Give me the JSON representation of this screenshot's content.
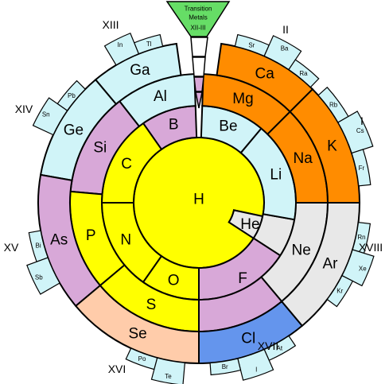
{
  "colors": {
    "hydrogen": "#ffff00",
    "nonmetal": "#ffff00",
    "metalloid": "#d8a8d8",
    "cyan": "#d0f4f8",
    "alkali": "#ff8c00",
    "noble": "#e8e8e8",
    "halogen_cl": "#6495ed",
    "se": "#ffccaa",
    "transition": "#66dd66",
    "outline": "#000000"
  },
  "center": {
    "symbol": "H"
  },
  "elements": [
    {
      "key": "He",
      "symbol": "He",
      "color": "noble"
    },
    {
      "key": "Li",
      "symbol": "Li",
      "color": "cyan"
    },
    {
      "key": "Be",
      "symbol": "Be",
      "color": "cyan"
    },
    {
      "key": "B",
      "symbol": "B",
      "color": "metalloid"
    },
    {
      "key": "C",
      "symbol": "C",
      "color": "nonmetal"
    },
    {
      "key": "N",
      "symbol": "N",
      "color": "nonmetal"
    },
    {
      "key": "O",
      "symbol": "O",
      "color": "nonmetal"
    },
    {
      "key": "F",
      "symbol": "F",
      "color": "metalloid"
    },
    {
      "key": "Ne",
      "symbol": "Ne",
      "color": "noble"
    },
    {
      "key": "Na",
      "symbol": "Na",
      "color": "alkali"
    },
    {
      "key": "Mg",
      "symbol": "Mg",
      "color": "alkali"
    },
    {
      "key": "Al",
      "symbol": "Al",
      "color": "cyan"
    },
    {
      "key": "Si",
      "symbol": "Si",
      "color": "metalloid"
    },
    {
      "key": "P",
      "symbol": "P",
      "color": "nonmetal"
    },
    {
      "key": "S",
      "symbol": "S",
      "color": "nonmetal"
    },
    {
      "key": "Cl",
      "symbol": "Cl",
      "color": "halogen_cl"
    },
    {
      "key": "Ar",
      "symbol": "Ar",
      "color": "noble"
    },
    {
      "key": "K",
      "symbol": "K",
      "color": "alkali"
    },
    {
      "key": "Ca",
      "symbol": "Ca",
      "color": "alkali"
    },
    {
      "key": "Ga",
      "symbol": "Ga",
      "color": "cyan"
    },
    {
      "key": "Ge",
      "symbol": "Ge",
      "color": "cyan"
    },
    {
      "key": "As",
      "symbol": "As",
      "color": "metalloid"
    },
    {
      "key": "Se",
      "symbol": "Se",
      "color": "se"
    }
  ],
  "small_elements": [
    {
      "key": "Rb",
      "symbol": "Rb"
    },
    {
      "key": "Cs",
      "symbol": "Cs"
    },
    {
      "key": "Fr",
      "symbol": "Fr"
    },
    {
      "key": "Sr",
      "symbol": "Sr"
    },
    {
      "key": "Ba",
      "symbol": "Ba"
    },
    {
      "key": "Ra",
      "symbol": "Ra"
    },
    {
      "key": "Tl",
      "symbol": "Tl"
    },
    {
      "key": "In",
      "symbol": "In"
    },
    {
      "key": "Pb",
      "symbol": "Pb"
    },
    {
      "key": "Sn",
      "symbol": "Sn"
    },
    {
      "key": "Bi",
      "symbol": "Bi"
    },
    {
      "key": "Sb",
      "symbol": "Sb"
    },
    {
      "key": "Po",
      "symbol": "Po"
    },
    {
      "key": "Te",
      "symbol": "Te"
    },
    {
      "key": "At",
      "symbol": "At"
    },
    {
      "key": "I",
      "symbol": "I"
    },
    {
      "key": "Br",
      "symbol": "Br"
    },
    {
      "key": "Rn",
      "symbol": "Rn"
    },
    {
      "key": "Xe",
      "symbol": "Xe"
    },
    {
      "key": "Kr",
      "symbol": "Kr"
    }
  ],
  "groups": [
    {
      "key": "I",
      "label": "I"
    },
    {
      "key": "II",
      "label": "II"
    },
    {
      "key": "XIII",
      "label": "XIII"
    },
    {
      "key": "XIV",
      "label": "XIV"
    },
    {
      "key": "XV",
      "label": "XV"
    },
    {
      "key": "XVI",
      "label": "XVI"
    },
    {
      "key": "XVII",
      "label": "XVII"
    },
    {
      "key": "XVIII",
      "label": "XVIII"
    }
  ],
  "transition": {
    "line1": "Transition",
    "line2": "Metals",
    "line3": "XII-III"
  }
}
